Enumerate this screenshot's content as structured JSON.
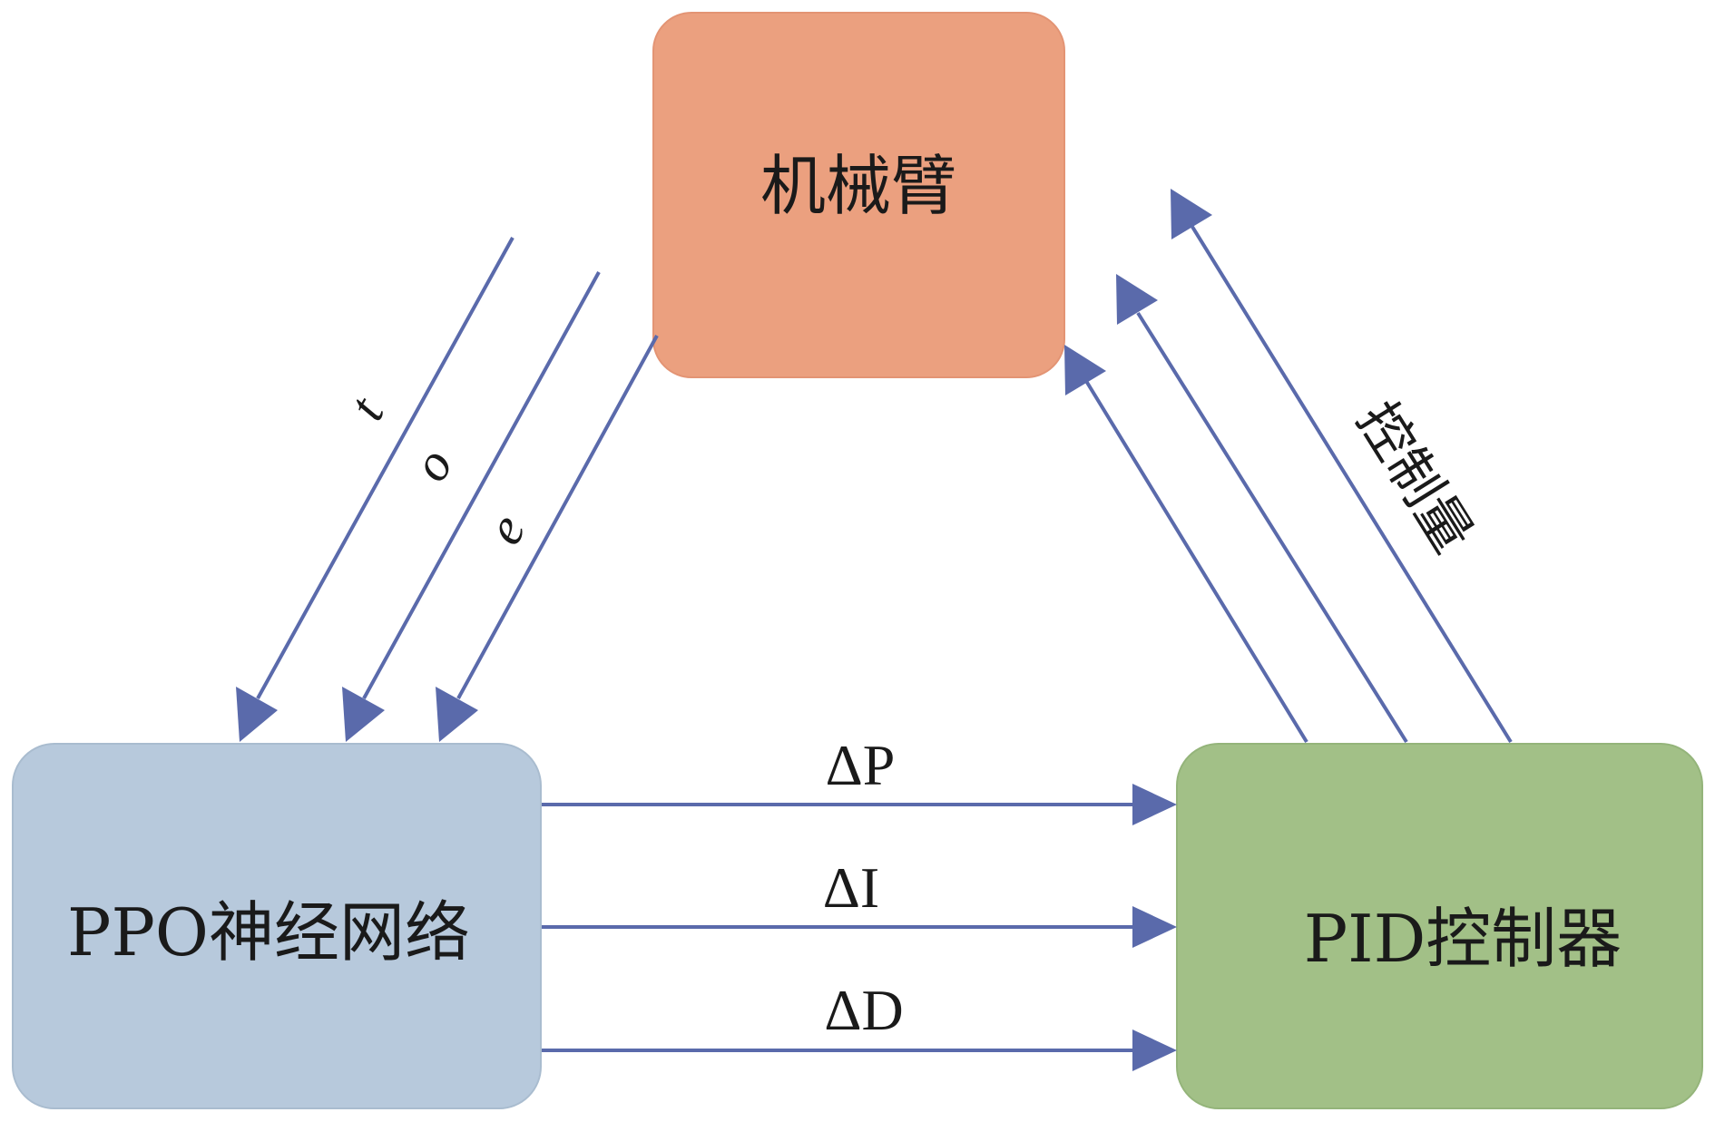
{
  "nodes": {
    "arm": {
      "label": "机械臂",
      "color": "#eba07f"
    },
    "ppo": {
      "label": "PPO神经网络",
      "color": "#b7c9dc"
    },
    "pid": {
      "label": "PID控制器",
      "color": "#a2c087"
    }
  },
  "edges": {
    "arm_to_ppo": [
      {
        "label": "t"
      },
      {
        "label": "o"
      },
      {
        "label": "e"
      }
    ],
    "ppo_to_pid": [
      {
        "label": "ΔP"
      },
      {
        "label": "ΔI"
      },
      {
        "label": "ΔD"
      }
    ],
    "pid_to_arm": {
      "label": "控制量",
      "count": 3
    }
  },
  "colors": {
    "arrow": "#5a6aab"
  }
}
